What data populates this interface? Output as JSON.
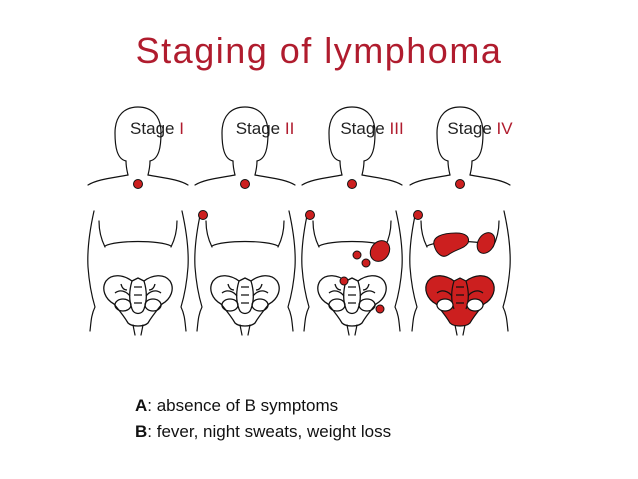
{
  "title": "Staging of lymphoma",
  "accent_color": "#b01c2e",
  "stages": [
    {
      "prefix": "Stage ",
      "numeral": "I"
    },
    {
      "prefix": "Stage ",
      "numeral": "II"
    },
    {
      "prefix": "Stage ",
      "numeral": "III"
    },
    {
      "prefix": "Stage ",
      "numeral": "IV"
    }
  ],
  "legend": [
    {
      "key": "A",
      "text": ": absence of B symptoms"
    },
    {
      "key": "B",
      "text": ": fever, night sweats, weight loss"
    }
  ]
}
